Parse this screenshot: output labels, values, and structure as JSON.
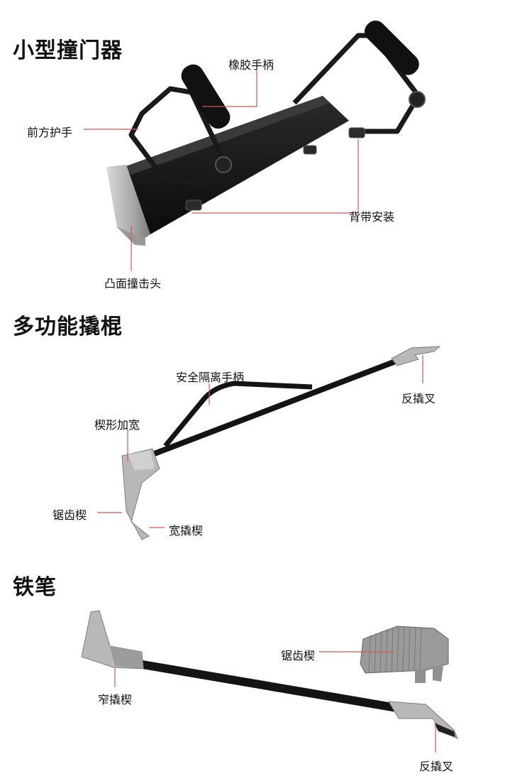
{
  "colors": {
    "leader_line": "#d9534f",
    "tool_body": "#141414",
    "metal": "#b8b8b8",
    "metal_dark": "#7d7d7d"
  },
  "section1": {
    "title": "小型撞门器",
    "labels": {
      "rubber_handle": "橡胶手柄",
      "front_guard": "前方护手",
      "strap_mount": "背带安装",
      "convex_head": "凸面撞击头"
    }
  },
  "section2": {
    "title": "多功能撬棍",
    "labels": {
      "safety_handle": "安全隔离手柄",
      "reverse_fork": "反撬叉",
      "wedge_widen": "楔形加宽",
      "saw_wedge": "锯齿楔",
      "wide_wedge": "宽撬楔"
    }
  },
  "section3": {
    "title": "铁笔",
    "labels": {
      "saw_wedge": "锯齿楔",
      "narrow_wedge": "窄撬楔",
      "reverse_fork": "反撬叉"
    }
  }
}
